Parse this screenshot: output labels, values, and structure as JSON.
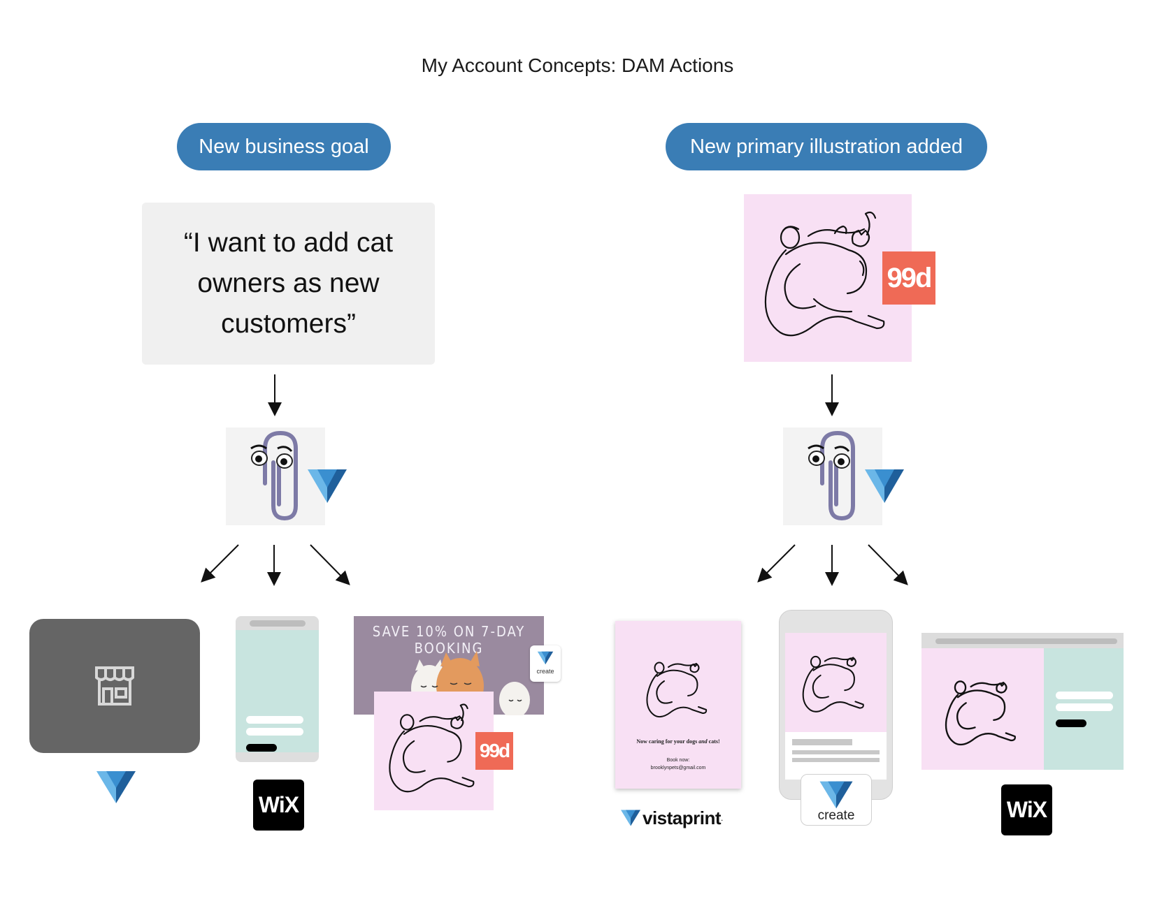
{
  "title": "My Account Concepts: DAM Actions",
  "left": {
    "pill": "New business goal",
    "quote": "“I want to add cat owners as new customers”",
    "outputs": {
      "wix_label": "WiX",
      "badge_99d": "99d",
      "promo_text": "SAVE 10% ON 7-DAY BOOKING",
      "create_label": "create"
    }
  },
  "right": {
    "pill": "New primary illustration added",
    "badge_99d": "99d",
    "flyer": {
      "headline_pre": "Now caring for your dogs ",
      "headline_em": "and",
      "headline_post": " cats!",
      "book_label": "Book now:",
      "email": "brooklynpets@gmail.com"
    },
    "vistaprint_label": "vistaprint",
    "vistaprint_mark": ".",
    "create_label": "create",
    "wix_label": "WiX"
  },
  "colors": {
    "pill": "#3a7db5",
    "pink": "#f8e0f4",
    "mint": "#c8e4df",
    "badge": "#ef6a56",
    "vista_blue": "#2d7fc1",
    "promo_bg": "#9a8a9f"
  }
}
